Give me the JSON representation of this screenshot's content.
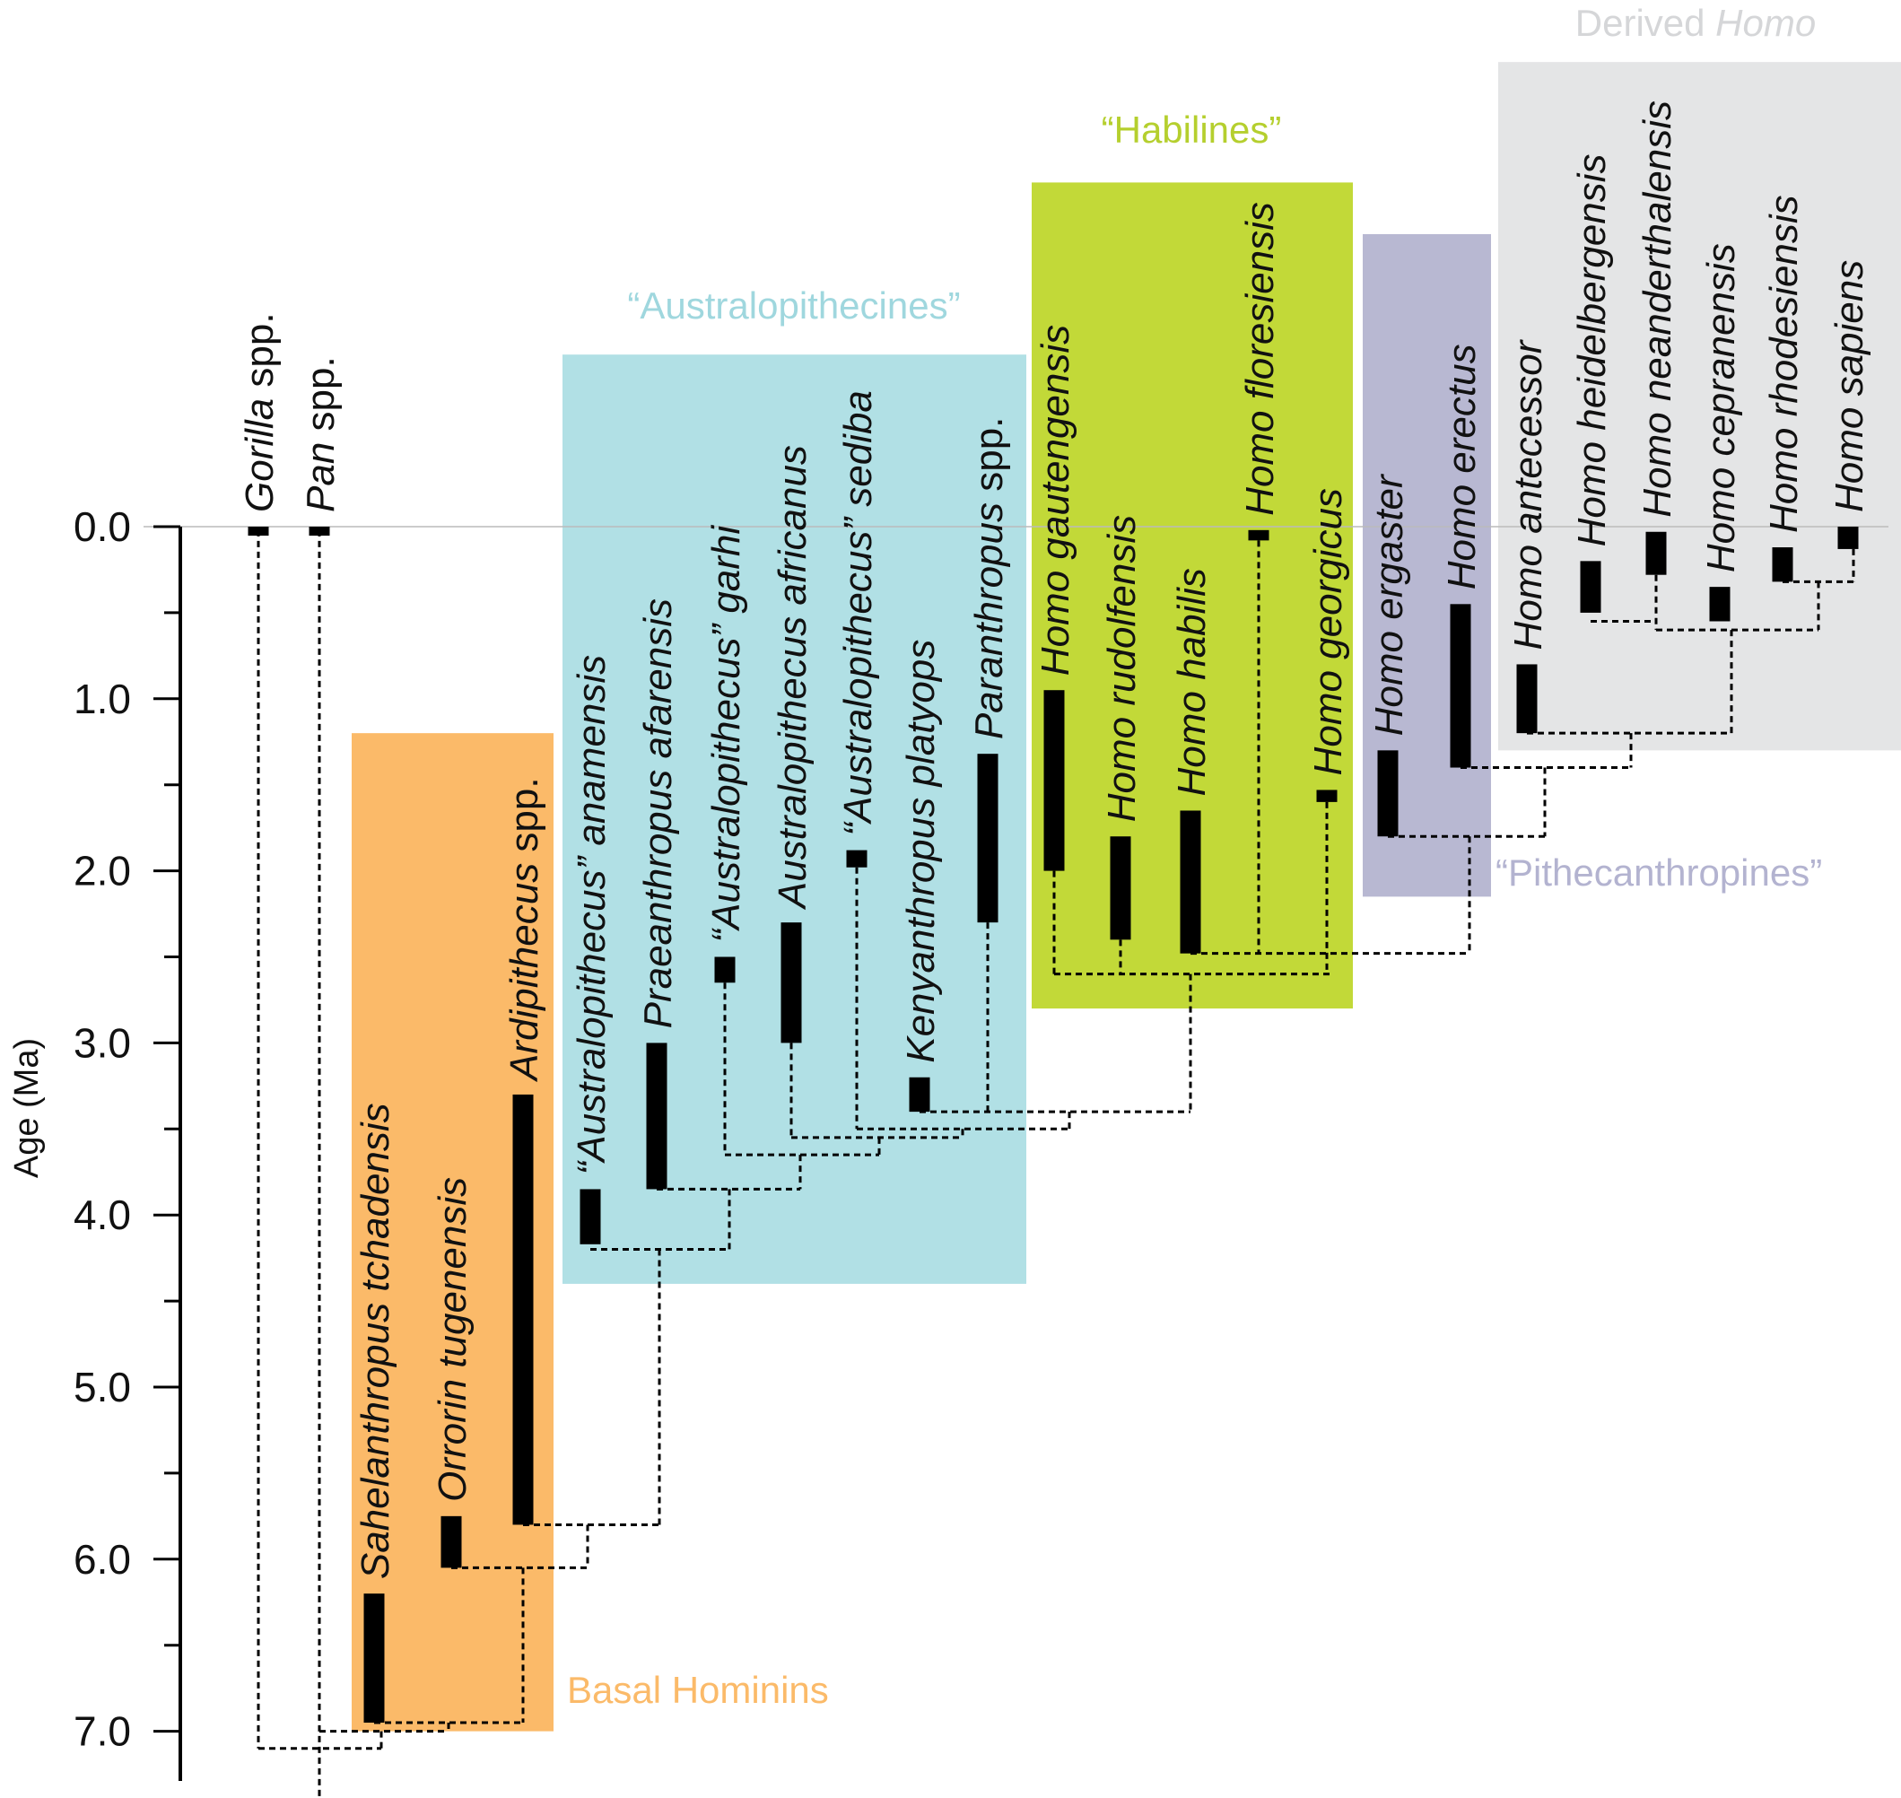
{
  "chart_data": {
    "type": "range",
    "ylabel": "Age (Ma)",
    "y_axis": {
      "min": 0.0,
      "max": 7.0,
      "inverted": true,
      "ticks": [
        "0.0",
        "1.0",
        "2.0",
        "3.0",
        "4.0",
        "5.0",
        "6.0",
        "7.0"
      ]
    },
    "groups": [
      {
        "id": "basal",
        "label": "Basal Hominins",
        "label_parts": [
          {
            "text": "Basal Hominins",
            "italic": false
          }
        ],
        "color": "#fbba69",
        "label_color": "#fbba69",
        "label_position": "bottom-right",
        "y_from": 1.2,
        "y_to": 7.0
      },
      {
        "id": "australopithecines",
        "label": "“Australopithecines”",
        "label_parts": [
          {
            "text": "“Australopithecines”",
            "italic": false
          }
        ],
        "color": "#b1e0e5",
        "label_color": "#9fd7de",
        "label_position": "top",
        "y_from": -1.0,
        "y_to": 4.4
      },
      {
        "id": "habilines",
        "label": "“Habilines”",
        "label_parts": [
          {
            "text": "“Habilines”",
            "italic": false
          }
        ],
        "color": "#c2d938",
        "label_color": "#b5cf2e",
        "label_position": "top",
        "y_from": -2.0,
        "y_to": 2.8
      },
      {
        "id": "pithecanthropines",
        "label": "“Pithecanthropines”",
        "label_parts": [
          {
            "text": "“Pithecanthropines”",
            "italic": false
          }
        ],
        "color": "#b8b8d2",
        "label_color": "#b3b3d0",
        "label_position": "bottom-right",
        "y_from": -1.7,
        "y_to": 2.15
      },
      {
        "id": "derived_homo",
        "label": "Derived Homo",
        "label_parts": [
          {
            "text": "Derived ",
            "italic": false
          },
          {
            "text": "Homo",
            "italic": true
          }
        ],
        "color": "#e4e5e6",
        "label_color": "#d5d6d8",
        "label_position": "top",
        "y_from": -2.7,
        "y_to": 1.3
      }
    ],
    "taxa": [
      {
        "id": "gorilla",
        "name": "Gorilla spp.",
        "name_parts": [
          {
            "text": "Gorilla",
            "italic": true
          },
          {
            "text": " spp.",
            "italic": false
          }
        ],
        "first": 0.0,
        "last": 0.0,
        "branch_from": 7.1
      },
      {
        "id": "pan",
        "name": "Pan spp.",
        "name_parts": [
          {
            "text": "Pan",
            "italic": true
          },
          {
            "text": " spp.",
            "italic": false
          }
        ],
        "first": 0.0,
        "last": 0.0,
        "branch_from": 7.3
      },
      {
        "id": "sahelanthropus",
        "name": "Sahelanthropus tchadensis",
        "name_parts": [
          {
            "text": "Sahelanthropus tchadensis",
            "italic": true
          }
        ],
        "first": 6.2,
        "last": 6.95
      },
      {
        "id": "orrorin",
        "name": "Orrorin tugenensis",
        "name_parts": [
          {
            "text": "Orrorin tugenensis",
            "italic": true
          }
        ],
        "first": 5.75,
        "last": 6.05
      },
      {
        "id": "ardipithecus",
        "name": "Ardipithecus spp.",
        "name_parts": [
          {
            "text": "Ardipithecus",
            "italic": true
          },
          {
            "text": " spp.",
            "italic": false
          }
        ],
        "first": 3.3,
        "last": 5.8
      },
      {
        "id": "anamensis",
        "name": "“Australopithecus” anamensis",
        "name_parts": [
          {
            "text": "“Australopithecus” anamensis",
            "italic": true
          }
        ],
        "first": 3.85,
        "last": 4.17
      },
      {
        "id": "afarensis",
        "name": "Praeanthropus afarensis",
        "name_parts": [
          {
            "text": "Praeanthropus afarensis",
            "italic": true
          }
        ],
        "first": 3.0,
        "last": 3.85
      },
      {
        "id": "garhi",
        "name": "“Australopithecus” garhi",
        "name_parts": [
          {
            "text": "“Australopithecus” garhi",
            "italic": true
          }
        ],
        "first": 2.5,
        "last": 2.65
      },
      {
        "id": "africanus",
        "name": "Australopithecus africanus",
        "name_parts": [
          {
            "text": "Australopithecus africanus",
            "italic": true
          }
        ],
        "first": 2.3,
        "last": 3.0
      },
      {
        "id": "sediba",
        "name": "“Australopithecus” sediba",
        "name_parts": [
          {
            "text": "“Australopithecus” sediba",
            "italic": true
          }
        ],
        "first": 1.88,
        "last": 1.98
      },
      {
        "id": "platyops",
        "name": "Kenyanthropus platyops",
        "name_parts": [
          {
            "text": "Kenyanthropus platyops",
            "italic": true
          }
        ],
        "first": 3.2,
        "last": 3.4
      },
      {
        "id": "paranthropus",
        "name": "Paranthropus spp.",
        "name_parts": [
          {
            "text": "Paranthropus",
            "italic": true
          },
          {
            "text": " spp.",
            "italic": false
          }
        ],
        "first": 1.32,
        "last": 2.3
      },
      {
        "id": "gautengensis",
        "name": "Homo gautengensis",
        "name_parts": [
          {
            "text": "Homo gautengensis",
            "italic": true
          }
        ],
        "first": 0.95,
        "last": 2.0
      },
      {
        "id": "rudolfensis",
        "name": "Homo rudolfensis",
        "name_parts": [
          {
            "text": "Homo rudolfensis",
            "italic": true
          }
        ],
        "first": 1.8,
        "last": 2.4
      },
      {
        "id": "habilis",
        "name": "Homo habilis",
        "name_parts": [
          {
            "text": "Homo habilis",
            "italic": true
          }
        ],
        "first": 1.65,
        "last": 2.48
      },
      {
        "id": "floresiensis",
        "name": "Homo floresiensis",
        "name_parts": [
          {
            "text": "Homo floresiensis",
            "italic": true
          }
        ],
        "first": 0.02,
        "last": 0.08
      },
      {
        "id": "georgicus",
        "name": "Homo georgicus",
        "name_parts": [
          {
            "text": "Homo georgicus",
            "italic": true
          }
        ],
        "first": 1.53,
        "last": 1.6
      },
      {
        "id": "ergaster",
        "name": "Homo ergaster",
        "name_parts": [
          {
            "text": "Homo ergaster",
            "italic": true
          }
        ],
        "first": 1.3,
        "last": 1.8
      },
      {
        "id": "erectus",
        "name": "Homo erectus",
        "name_parts": [
          {
            "text": "Homo erectus",
            "italic": true
          }
        ],
        "first": 0.45,
        "last": 1.4
      },
      {
        "id": "antecessor",
        "name": "Homo antecessor",
        "name_parts": [
          {
            "text": "Homo antecessor",
            "italic": true
          }
        ],
        "first": 0.8,
        "last": 1.2
      },
      {
        "id": "heidelbergensis",
        "name": "Homo heidelbergensis",
        "name_parts": [
          {
            "text": "Homo heidelbergensis",
            "italic": true
          }
        ],
        "first": 0.2,
        "last": 0.5
      },
      {
        "id": "neanderthalensis",
        "name": "Homo neanderthalensis",
        "name_parts": [
          {
            "text": "Homo neanderthalensis",
            "italic": true
          }
        ],
        "first": 0.03,
        "last": 0.28
      },
      {
        "id": "cepranensis",
        "name": "Homo cepranensis",
        "name_parts": [
          {
            "text": "Homo cepranensis",
            "italic": true
          }
        ],
        "first": 0.35,
        "last": 0.55
      },
      {
        "id": "rhodesiensis",
        "name": "Homo rhodesiensis",
        "name_parts": [
          {
            "text": "Homo rhodesiensis",
            "italic": true
          }
        ],
        "first": 0.12,
        "last": 0.32
      },
      {
        "id": "sapiens",
        "name": "Homo sapiens",
        "name_parts": [
          {
            "text": "Homo sapiens",
            "italic": true
          }
        ],
        "first": 0.0,
        "last": 0.13
      }
    ],
    "branches": [
      {
        "between": [
          "sahelanthropus",
          "orrorin"
        ],
        "at": 7.0
      },
      {
        "between": [
          "orrorin",
          "ardipithecus"
        ],
        "at": 6.05
      },
      {
        "between": [
          "ardipithecus",
          "anamensis"
        ],
        "at": 5.8
      },
      {
        "between": [
          "anamensis",
          "afarensis"
        ],
        "at": 4.2
      },
      {
        "between": [
          "afarensis",
          "garhi"
        ],
        "at": 3.85
      },
      {
        "between": [
          "garhi",
          "africanus"
        ],
        "at": 3.65
      },
      {
        "between": [
          "africanus",
          "sediba"
        ],
        "at": 3.55
      },
      {
        "between": [
          "sediba",
          "platyops"
        ],
        "at": 3.5
      },
      {
        "between": [
          "platyops",
          "paranthropus"
        ],
        "at": 3.4
      },
      {
        "between": [
          "paranthropus",
          "habilines"
        ],
        "at": 3.4
      },
      {
        "between": [
          "gautengensis",
          "rudolfensis"
        ],
        "at": 2.6
      },
      {
        "between": [
          "habilis",
          "floresiensis"
        ],
        "at": 2.48
      },
      {
        "between": [
          "ergaster",
          "erectus"
        ],
        "at": 1.8
      },
      {
        "between": [
          "erectus",
          "antecessor"
        ],
        "at": 1.4
      },
      {
        "between": [
          "antecessor",
          "heidelbergensis"
        ],
        "at": 1.2
      },
      {
        "between": [
          "heidelbergensis",
          "neanderthalensis"
        ],
        "at": 0.55
      },
      {
        "between": [
          "neanderthalensis",
          "rhodesiensis"
        ],
        "at": 0.6
      },
      {
        "between": [
          "rhodesiensis",
          "sapiens"
        ],
        "at": 0.32
      }
    ],
    "bar_color": "#000000",
    "line_style": "dashed",
    "grid": false
  }
}
